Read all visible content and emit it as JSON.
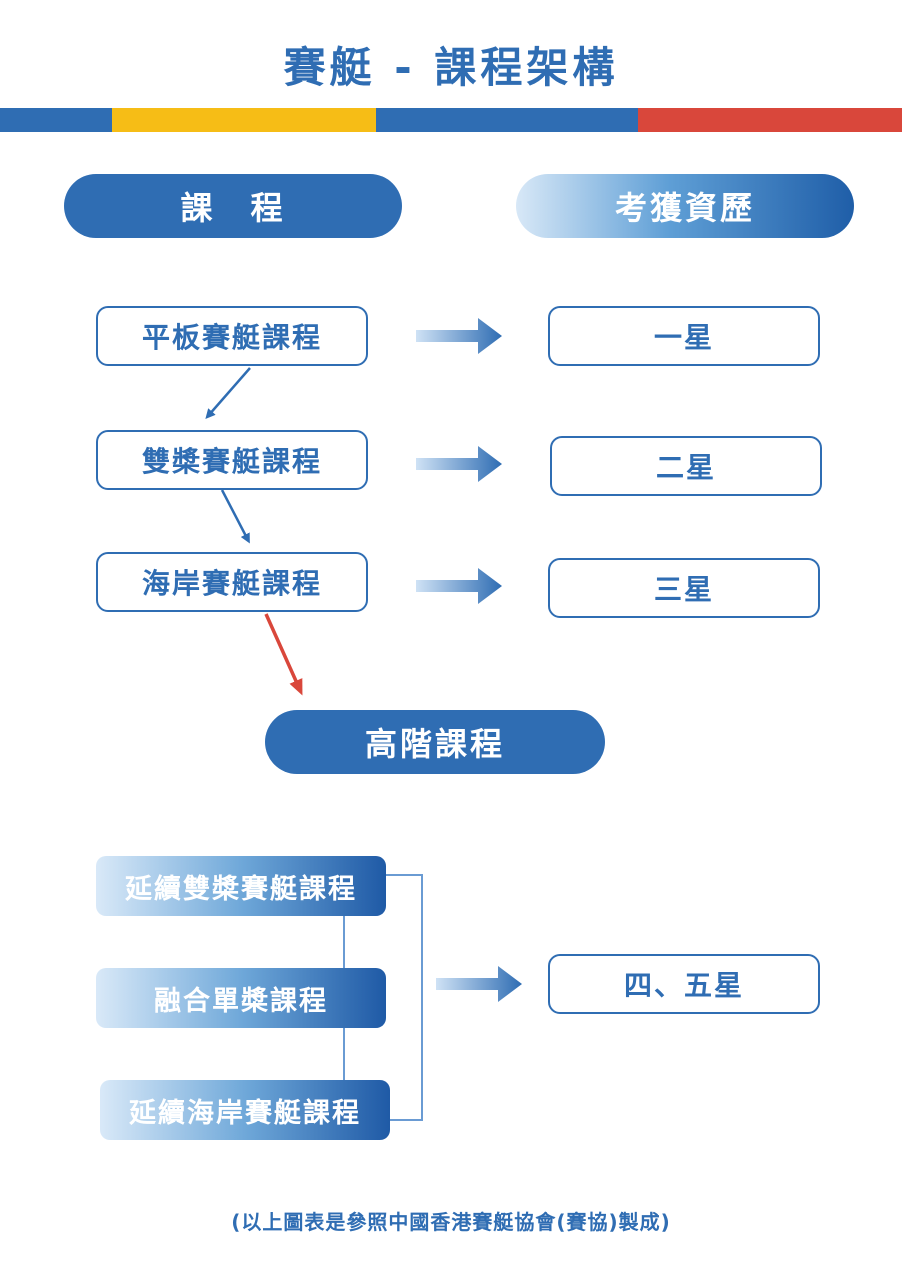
{
  "title": "賽艇 - 課程架構",
  "colors": {
    "primary_blue": "#2f6db3",
    "bar_blue": "#2f6db3",
    "bar_yellow": "#f6bd16",
    "bar_red": "#d9473b",
    "progress_arrow_red": "#d9473b"
  },
  "headers": {
    "courses": "課　程",
    "qualifications": "考獲資歷"
  },
  "basic_courses": [
    {
      "course": "平板賽艇課程",
      "award": "一星"
    },
    {
      "course": "雙槳賽艇課程",
      "award": "二星"
    },
    {
      "course": "海岸賽艇課程",
      "award": "三星"
    }
  ],
  "advanced": {
    "title": "高階課程",
    "courses": [
      "延續雙槳賽艇課程",
      "融合單槳課程",
      "延續海岸賽艇課程"
    ],
    "award": "四、五星"
  },
  "footnote": "(以上圖表是參照中國香港賽艇協會(賽協)製成)"
}
